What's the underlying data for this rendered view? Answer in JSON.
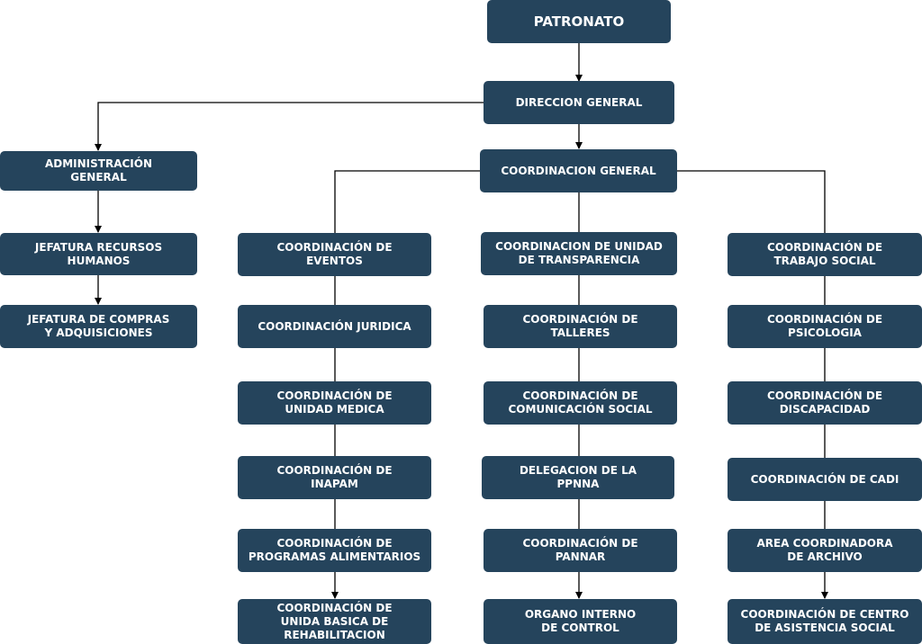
{
  "org_chart": {
    "patronato": "PATRONATO",
    "direccion_general": "DIRECCION GENERAL",
    "administracion_general": "ADMINISTRACIÓN\nGENERAL",
    "jefatura_recursos_humanos": "JEFATURA RECURSOS\nHUMANOS",
    "jefatura_compras": "JEFATURA DE COMPRAS\nY ADQUISICIONES",
    "coordinacion_general": "COORDINACION GENERAL",
    "coord_eventos": "COORDINACIÓN DE\nEVENTOS",
    "coord_juridica": "COORDINACIÓN JURIDICA",
    "coord_unidad_medica": "COORDINACIÓN DE\nUNIDAD MEDICA",
    "coord_inapam": "COORDINACIÓN DE\nINAPAM",
    "coord_programas_alimentarios": "COORDINACIÓN DE\nPROGRAMAS ALIMENTARIOS",
    "coord_ubr": "COORDINACIÓN DE\nUNIDA BASICA DE\nREHABILITACION",
    "coord_transparencia": "COORDINACION DE UNIDAD\nDE TRANSPARENCIA",
    "coord_talleres": "COORDINACIÓN DE\nTALLERES",
    "coord_comunicacion": "COORDINACIÓN DE\nCOMUNICACIÓN SOCIAL",
    "delegacion_ppnna": "DELEGACION DE LA\nPPNNA",
    "coord_pannar": "COORDINACIÓN DE\nPANNAR",
    "organo_interno": "ORGANO INTERNO\nDE CONTROL",
    "coord_trabajo_social": "COORDINACIÓN DE\nTRABAJO SOCIAL",
    "coord_psicologia": "COORDINACIÓN DE\nPSICOLOGIA",
    "coord_discapacidad": "COORDINACIÓN DE\nDISCAPACIDAD",
    "coord_cadi": "COORDINACIÓN DE CADI",
    "area_archivo": "AREA COORDINADORA\nDE ARCHIVO",
    "coord_centro_asistencia": "COORDINACIÓN DE CENTRO\nDE ASISTENCIA SOCIAL"
  },
  "colors": {
    "box_fill": "#25445c",
    "box_text": "#ffffff",
    "connector": "#000000"
  }
}
